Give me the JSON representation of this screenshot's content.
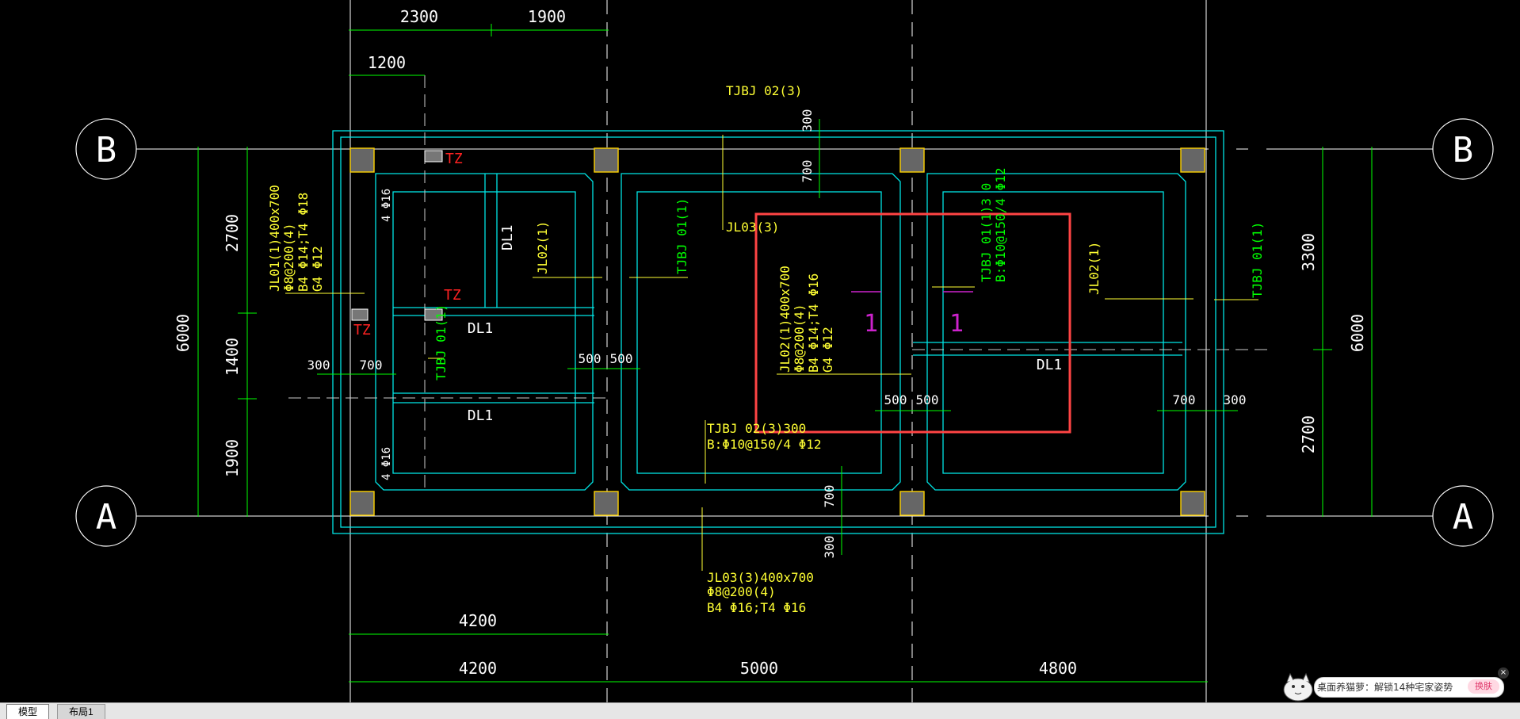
{
  "colors": {
    "bg": "#000000",
    "dim": "#00ff00",
    "foundation": "#00e5e5",
    "label": "#ffff33",
    "axis": "#ffffff",
    "tz": "#ff2222",
    "section": "#cc22cc",
    "selection": "#ff4444"
  },
  "axes": {
    "top": "B",
    "bottom": "A"
  },
  "dims_top": {
    "d1": "2300",
    "d2": "1900",
    "d3": "1200"
  },
  "dims_bottom": {
    "d1": "4200",
    "d2": "4200",
    "d3": "5000",
    "d4": "4800"
  },
  "dims_left": {
    "total": "6000",
    "a": "2700",
    "b": "1400",
    "c": "1900"
  },
  "dims_right": {
    "total": "6000",
    "a": "3300",
    "b": "2700"
  },
  "dims_misc": {
    "d300a": "300",
    "d700a": "700",
    "d500a": "500",
    "d500b": "500",
    "d500c": "500",
    "d500d": "500",
    "d700b": "700",
    "d300b": "300",
    "d300c": "300",
    "d700c": "700",
    "d700d": "700",
    "d300d": "300"
  },
  "labels": {
    "tjbj02_top": "TJBJ 02(3)",
    "jl03_mid": "JL03(3)",
    "tjbj02_bot_1": "TJBJ 02(3)300",
    "tjbj02_bot_2": "B:Φ10@150/4 Φ12",
    "jl03_bot_1": "JL03(3)400x700",
    "jl03_bot_2": "Φ8@200(4)",
    "jl03_bot_3": "B4 Φ16;T4 Φ16",
    "jl01_1": "JL01(1)400x700",
    "jl01_2": "Φ8@200(4)",
    "jl01_3": "B4 Φ14;T4 Φ18",
    "jl01_4": "G4 Φ12",
    "jl02_mid_1": "JL02(1)400x700",
    "jl02_mid_2": "Φ8@200(4)",
    "jl02_mid_3": "B4 Φ14;T4 Φ16",
    "jl02_mid_4": "G4 Φ12",
    "jl02_a": "JL02(1)",
    "jl02_b": "JL02(1)",
    "tjbj01_a": "TJBJ 01(1)",
    "tjbj01_b": "TJBJ 01(1)",
    "tjbj01_c": "TJBJ 01(1)",
    "tjbj01_d_1": "TJBJ 01(1)3 0",
    "tjbj01_d_2": "B:Φ10@150/4 Φ12",
    "dl1_a": "DL1",
    "dl1_b": "DL1",
    "dl1_c": "DL1",
    "dl1_d": "DL1",
    "tz_a": "TZ",
    "tz_b": "TZ",
    "tz_c": "TZ",
    "rebar_a": "4 Φ16",
    "rebar_b": "4 Φ16",
    "sec_a": "1",
    "sec_b": "1"
  },
  "tabs": {
    "model": "模型",
    "layout": "布局1"
  },
  "ad": {
    "text": "桌面养猫萝：解锁14种宅家姿势",
    "button": "换肤",
    "close": "×"
  }
}
